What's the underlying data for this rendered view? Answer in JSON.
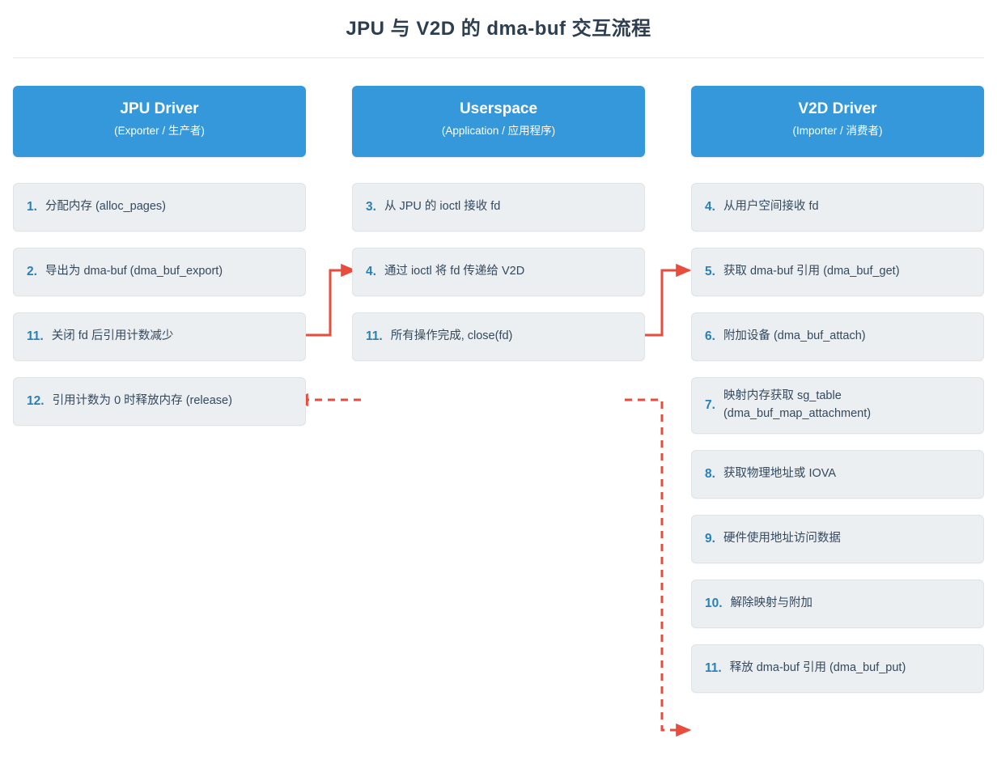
{
  "page": {
    "title": "JPU 与 V2D 的 dma-buf 交互流程",
    "accent_blue": "#3498db",
    "number_blue": "#2980b9",
    "arrow_red": "#e74c3c",
    "box_bg": "#eceff1",
    "title_color": "#2c3e50"
  },
  "columns": [
    {
      "id": "jpu-driver",
      "header_title": "JPU Driver",
      "header_subtitle": "(Exporter / 生产者)",
      "steps": [
        {
          "num": "1.",
          "text": "分配内存 (alloc_pages)"
        },
        {
          "num": "2.",
          "text": "导出为 dma-buf (dma_buf_export)"
        },
        {
          "num": "11.",
          "text": "关闭 fd 后引用计数减少"
        },
        {
          "num": "12.",
          "text": "引用计数为 0 时释放内存 (release)"
        }
      ]
    },
    {
      "id": "userspace",
      "header_title": "Userspace",
      "header_subtitle": "(Application / 应用程序)",
      "steps": [
        {
          "num": "3.",
          "text": "从 JPU 的 ioctl 接收 fd"
        },
        {
          "num": "4.",
          "text": "通过 ioctl 将 fd 传递给 V2D"
        },
        {
          "num": "11.",
          "text": "所有操作完成, close(fd)"
        }
      ]
    },
    {
      "id": "v2d-driver",
      "header_title": "V2D Driver",
      "header_subtitle": "(Importer / 消费者)",
      "steps": [
        {
          "num": "4.",
          "text": "从用户空间接收 fd"
        },
        {
          "num": "5.",
          "text": "获取 dma-buf 引用 (dma_buf_get)"
        },
        {
          "num": "6.",
          "text": "附加设备 (dma_buf_attach)"
        },
        {
          "num": "7.",
          "text": "映射内存获取 sg_table (dma_buf_map_attachment)",
          "two_line": true
        },
        {
          "num": "8.",
          "text": "获取物理地址或 IOVA"
        },
        {
          "num": "9.",
          "text": "硬件使用地址访问数据"
        },
        {
          "num": "10.",
          "text": "解除映射与附加"
        },
        {
          "num": "11.",
          "text": "释放 dma-buf 引用 (dma_buf_put)"
        }
      ]
    }
  ],
  "connectors": [
    {
      "id": "jpu-export-to-userspace-recv",
      "style": "solid",
      "from": "JPU Driver 2. 导出为 dma-buf",
      "to": "Userspace 3. 从 JPU 的 ioctl 接收 fd"
    },
    {
      "id": "userspace-pass-to-v2d-recv",
      "style": "solid",
      "from": "Userspace 4. 通过 ioctl 将 fd 传递给 V2D",
      "to": "V2D Driver 4. 从用户空间接收 fd"
    },
    {
      "id": "userspace-close-to-jpu-refdec",
      "style": "dashed",
      "from": "Userspace 11. 所有操作完成, close(fd)",
      "to": "JPU Driver 11. 关闭 fd 后引用计数减少"
    },
    {
      "id": "userspace-close-to-v2d-put",
      "style": "dashed",
      "from": "Userspace 11. 所有操作完成, close(fd)",
      "to": "V2D Driver 11. 释放 dma-buf 引用 (dma_buf_put)"
    }
  ]
}
